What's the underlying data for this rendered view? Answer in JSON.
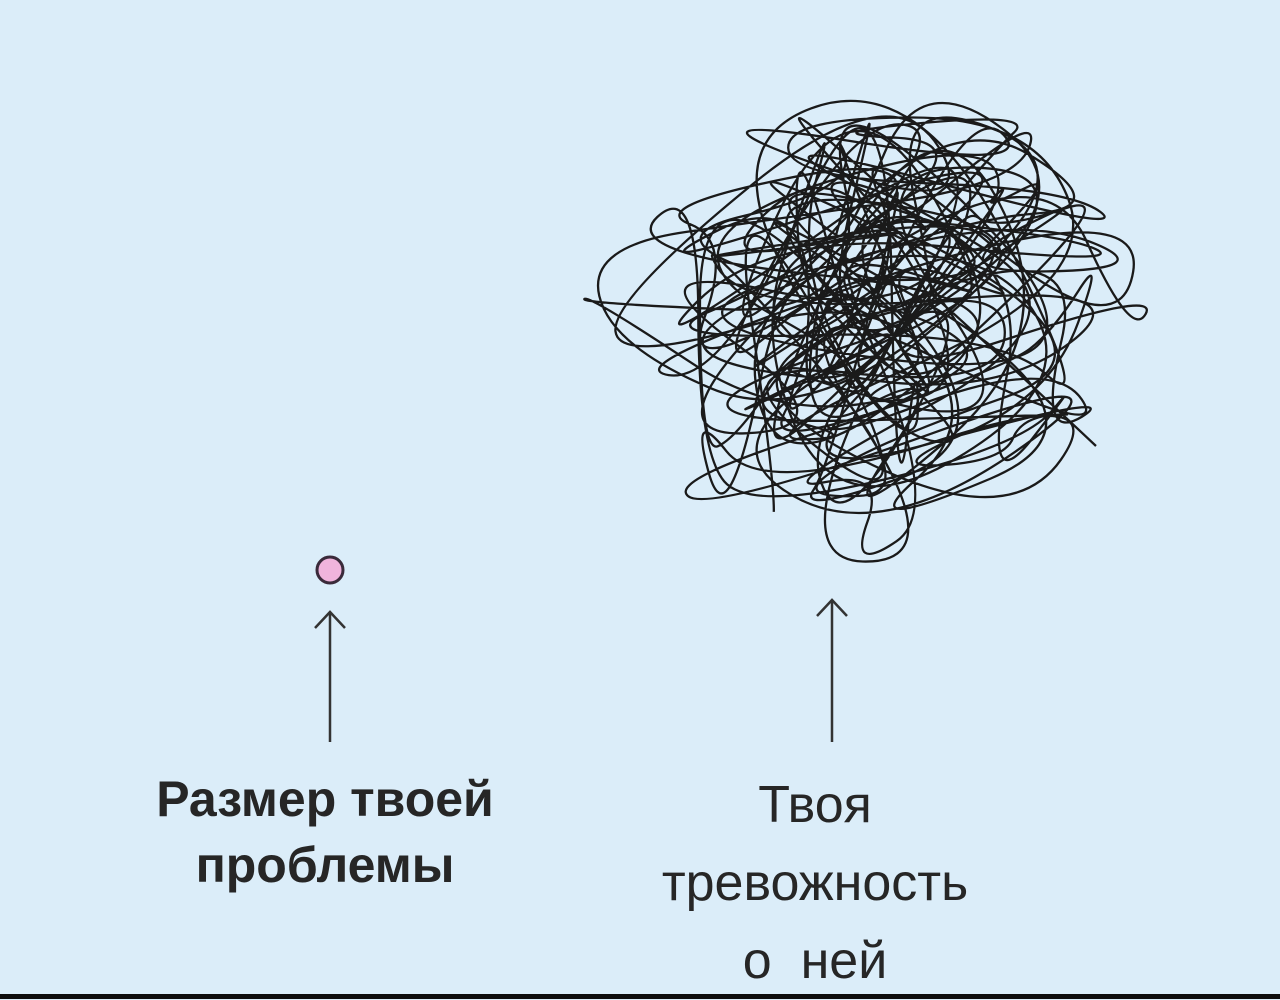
{
  "left_label": {
    "line1": "Размер твоей",
    "line2": "проблемы"
  },
  "right_label": {
    "line1": "Твоя",
    "line2": "тревожность",
    "line3": "о  ней"
  },
  "colors": {
    "background": "#dbedf9",
    "dot": "#f0b4dc",
    "ink": "#1a1a1a"
  }
}
